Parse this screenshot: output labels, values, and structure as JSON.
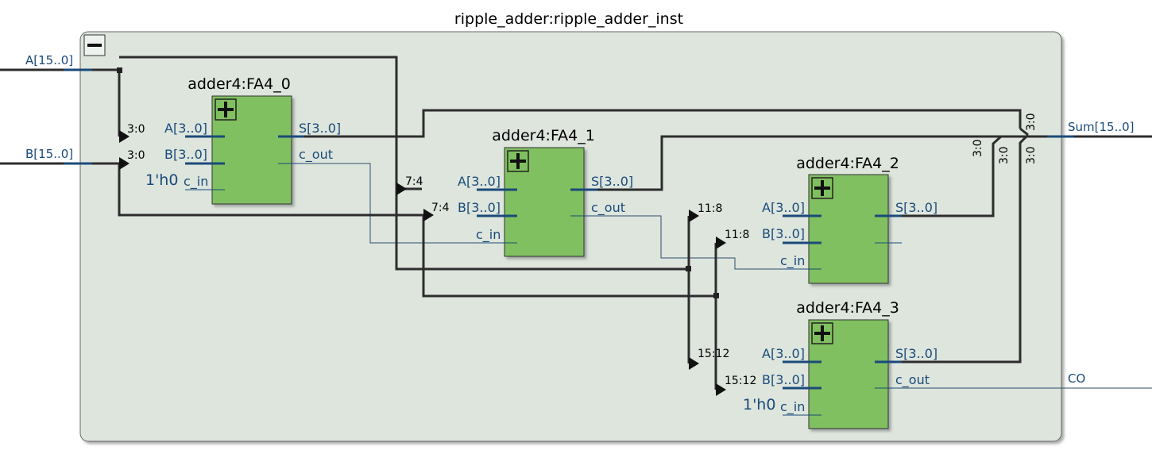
{
  "instance_title": "ripple_adder:ripple_adder_inst",
  "collapse_icon": "minus-icon",
  "expand_icon": "plus-icon",
  "ports": {
    "a_in": "A[15..0]",
    "b_in": "B[15..0]",
    "sum_out": "Sum[15..0]",
    "co_out": "CO"
  },
  "blocks": [
    {
      "title": "adder4:FA4_0",
      "a": "A[3..0]",
      "b": "B[3..0]",
      "cin": "c_in",
      "s": "S[3..0]",
      "cout": "c_out",
      "const": "1'h0",
      "a_slice": "3:0",
      "b_slice": "3:0"
    },
    {
      "title": "adder4:FA4_1",
      "a": "A[3..0]",
      "b": "B[3..0]",
      "cin": "c_in",
      "s": "S[3..0]",
      "cout": "c_out",
      "a_slice": "7:4",
      "b_slice": "7:4"
    },
    {
      "title": "adder4:FA4_2",
      "a": "A[3..0]",
      "b": "B[3..0]",
      "cin": "c_in",
      "s": "S[3..0]",
      "a_slice": "11:8",
      "b_slice": "11:8"
    },
    {
      "title": "adder4:FA4_3",
      "a": "A[3..0]",
      "b": "B[3..0]",
      "cin": "c_in",
      "s": "S[3..0]",
      "cout": "c_out",
      "const": "1'h0",
      "a_slice": "15:12",
      "b_slice": "15:12"
    }
  ],
  "sum_slices": {
    "s1": "3:0",
    "s2": "3:0",
    "s3": "3:0",
    "s4": "3:0"
  },
  "colors": {
    "instance_bg": "#dde5dd",
    "block_fill": "#80c060",
    "bus": "#2d2d2d",
    "pin": "#1a4a7a"
  }
}
